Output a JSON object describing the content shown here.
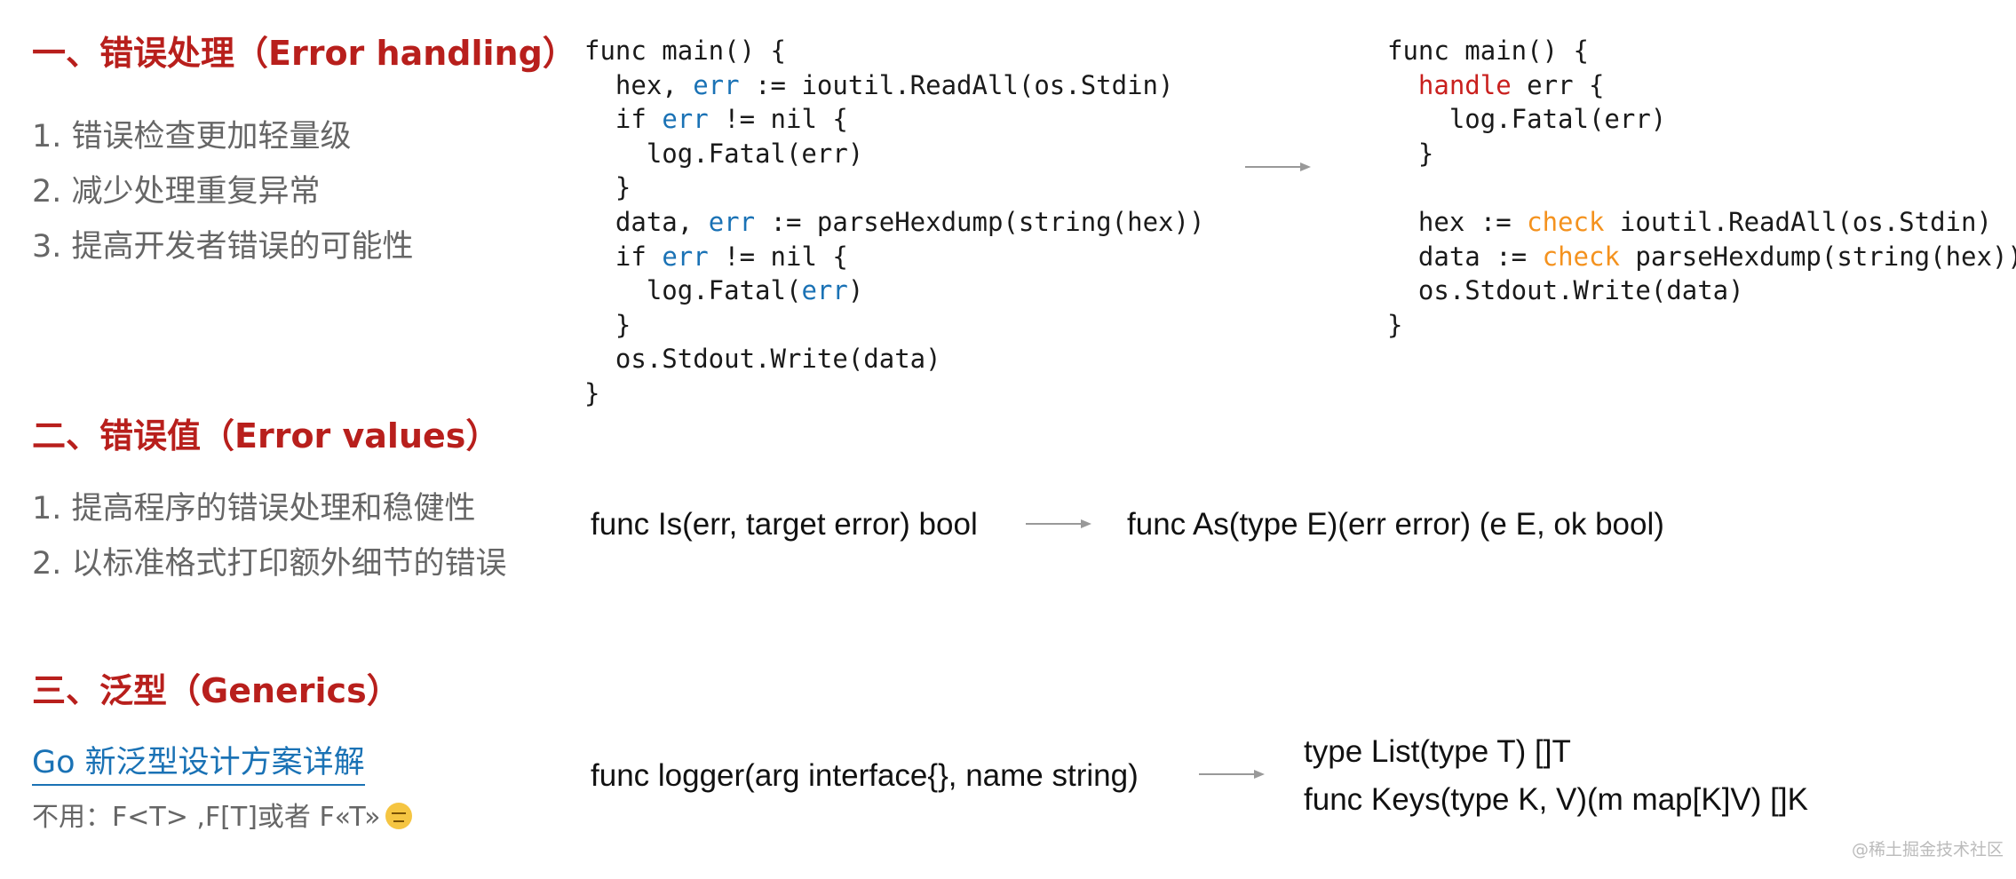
{
  "section1": {
    "title": "一、错误处理（Error handling）",
    "items": [
      "1. 错误检查更加轻量级",
      "2. 减少处理重复异常",
      "3. 提高开发者错误的可能性"
    ]
  },
  "section2": {
    "title": "二、错误值（Error values）",
    "items": [
      "1. 提高程序的错误处理和稳健性",
      "2. 以标准格式打印额外细节的错误"
    ],
    "sig_before": "func Is(err, target error) bool",
    "sig_after": "func As(type E)(err error) (e E, ok bool)"
  },
  "section3": {
    "title": "三、泛型（Generics）",
    "link": "Go 新泛型设计方案详解",
    "note": "不用：F<T> ,F[T]或者 F«T»",
    "emoji_icon": "downcast-face-with-sweat-emoji",
    "sig_before": "func logger(arg interface{}, name string)",
    "sig_after_1": "type List(type T) []T",
    "sig_after_2": "func Keys(type K, V)(m map[K]V) []K"
  },
  "code_before": {
    "lines": [
      [
        {
          "t": "func main() {"
        }
      ],
      [
        {
          "t": "  hex, "
        },
        {
          "t": "err",
          "c": "blue"
        },
        {
          "t": " := ioutil.ReadAll(os.Stdin)"
        }
      ],
      [
        {
          "t": "  if "
        },
        {
          "t": "err",
          "c": "blue"
        },
        {
          "t": " != nil {"
        }
      ],
      [
        {
          "t": "    log.Fatal(err)"
        }
      ],
      [
        {
          "t": "  }"
        }
      ],
      [
        {
          "t": "  data, "
        },
        {
          "t": "err",
          "c": "blue"
        },
        {
          "t": " := parseHexdump(string(hex))"
        }
      ],
      [
        {
          "t": "  if "
        },
        {
          "t": "err",
          "c": "blue"
        },
        {
          "t": " != nil {"
        }
      ],
      [
        {
          "t": "    log.Fatal("
        },
        {
          "t": "err",
          "c": "blue"
        },
        {
          "t": ")"
        }
      ],
      [
        {
          "t": "  }"
        }
      ],
      [
        {
          "t": "  os.Stdout.Write(data)"
        }
      ],
      [
        {
          "t": "}"
        }
      ]
    ]
  },
  "code_after": {
    "lines": [
      [
        {
          "t": "func main() {"
        }
      ],
      [
        {
          "t": "  "
        },
        {
          "t": "handle",
          "c": "red"
        },
        {
          "t": " err {"
        }
      ],
      [
        {
          "t": "    log.Fatal(err)"
        }
      ],
      [
        {
          "t": "  }"
        }
      ],
      [
        {
          "t": ""
        }
      ],
      [
        {
          "t": "  hex := "
        },
        {
          "t": "check",
          "c": "orange"
        },
        {
          "t": " ioutil.ReadAll(os.Stdin)"
        }
      ],
      [
        {
          "t": "  data := "
        },
        {
          "t": "check",
          "c": "orange"
        },
        {
          "t": " parseHexdump(string(hex))"
        }
      ],
      [
        {
          "t": "  os.Stdout.Write(data)"
        }
      ],
      [
        {
          "t": "}"
        }
      ]
    ]
  },
  "colors": {
    "heading": "#b81f1c",
    "keyword_blue": "#1a72b5",
    "keyword_red": "#c9201e",
    "keyword_orange": "#f4921e",
    "arrow": "#999999"
  },
  "watermark": "@稀土掘金技术社区"
}
